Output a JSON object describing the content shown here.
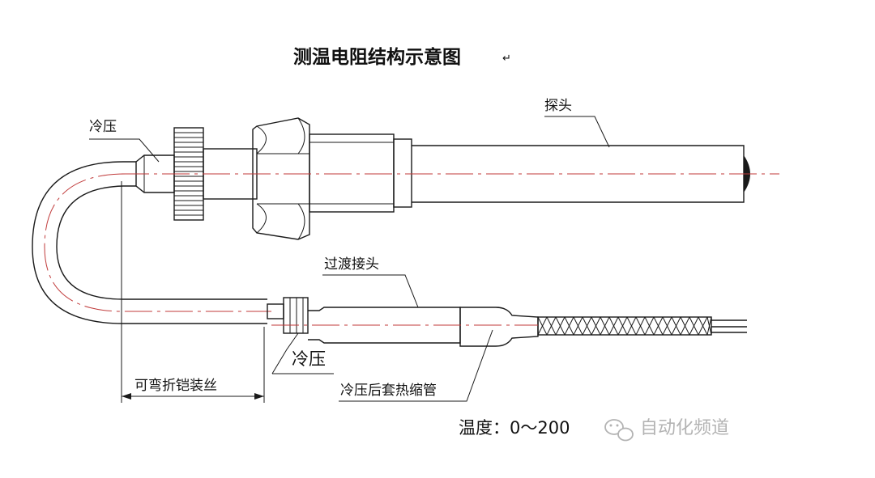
{
  "title": "测温电阻结构示意图",
  "title_mark": "↵",
  "labels": {
    "cold_press_top": "冷压",
    "probe": "探头",
    "transition_joint": "过渡接头",
    "cold_press_bottom": "冷压",
    "heat_shrink": "冷压后套热缩管",
    "bendable_armor": "可弯折铠装丝",
    "temperature": "温度：0～200"
  },
  "watermark": "自动化频道",
  "colors": {
    "line": "#1a1a1a",
    "centerline": "#c03a3a",
    "watermark": "#9a9a9a"
  },
  "icons": [
    "wechat-icon"
  ]
}
